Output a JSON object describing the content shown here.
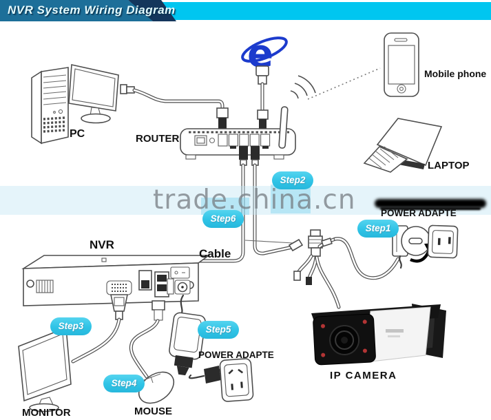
{
  "banner": {
    "title": "NVR System Wiring Diagram"
  },
  "watermark": {
    "text": "trade.china.cn"
  },
  "devices": {
    "pc": {
      "label": "PC"
    },
    "router": {
      "label": "ROUTER"
    },
    "internet": {
      "logo_glyph": "e"
    },
    "mobile_phone": {
      "label": "Mobile phone"
    },
    "laptop": {
      "label": "LAPTOP"
    },
    "nvr": {
      "label": "NVR"
    },
    "cable": {
      "label": "Cable"
    },
    "monitor": {
      "label": "MONITOR"
    },
    "mouse": {
      "label": "MOUSE"
    },
    "ip_camera": {
      "label": "IP CAMERA"
    },
    "power_adapter_camera": {
      "label": "POWER ADAPTE"
    },
    "power_adapter_nvr": {
      "label": "POWER ADAPTE"
    }
  },
  "steps": [
    {
      "label": "Step1"
    },
    {
      "label": "Step2"
    },
    {
      "label": "Step3"
    },
    {
      "label": "Step4"
    },
    {
      "label": "Step5"
    },
    {
      "label": "Step6"
    }
  ],
  "colors": {
    "banner_main_blue": "#1d6f99",
    "banner_dark_navy": "#14365c",
    "banner_cyan": "#00c6f0",
    "step_badge_cyan": "#2fc3e6",
    "ie_logo_blue": "#1c3bcd",
    "watermark_gray": "#8a8f93",
    "camera_led_red": "#b23434",
    "lineart_gray": "#4d4d4d"
  }
}
